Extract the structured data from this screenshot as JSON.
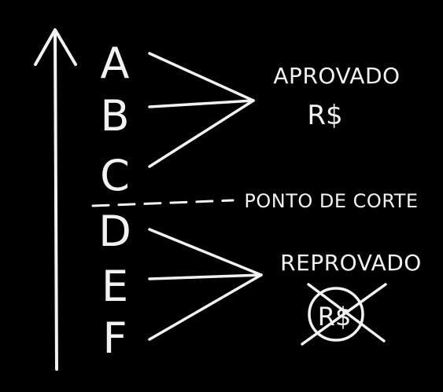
{
  "grades": [
    "A",
    "B",
    "C",
    "D",
    "E",
    "F"
  ],
  "approved": {
    "label": "APROVADO",
    "money": "R$"
  },
  "cutoff": {
    "label": "PONTO DE CORTE"
  },
  "failed": {
    "label": "REPROVADO",
    "money": "R$"
  },
  "colors": {
    "background": "#000000",
    "chalk": "#f2f2f2"
  }
}
